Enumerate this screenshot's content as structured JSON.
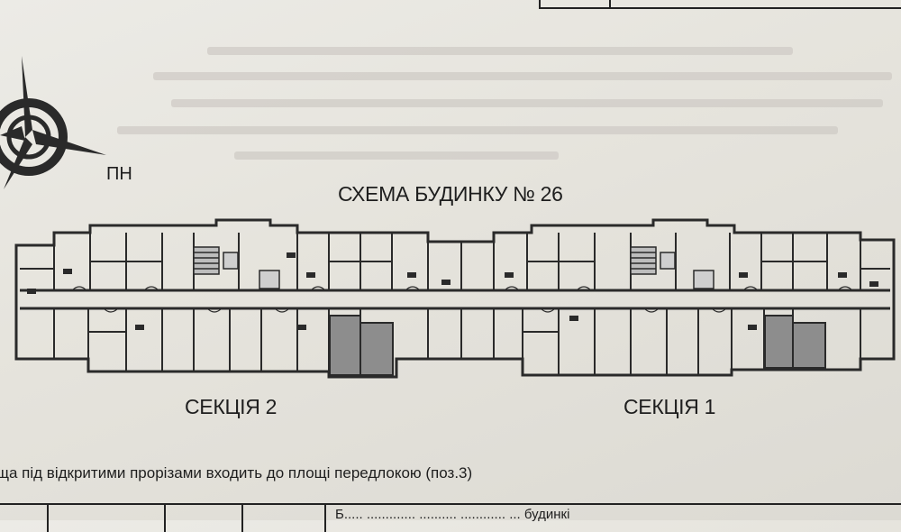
{
  "title": "СХЕМА БУДИНКУ № 26",
  "compass": {
    "label": "ПН"
  },
  "sections": [
    {
      "id": "section-2",
      "label": "СЕКЦІЯ 2"
    },
    {
      "id": "section-1",
      "label": "СЕКЦІЯ 1"
    }
  ],
  "note": "ща під відкритими прорізами входить до площі передлокою (поз.3)",
  "bottom_text": "Б..... ............. .......... ............ ... будинкі",
  "colors": {
    "wall": "#2a2a2a",
    "highlight": "#8d8d8d",
    "paper": "#e9e7e1"
  }
}
